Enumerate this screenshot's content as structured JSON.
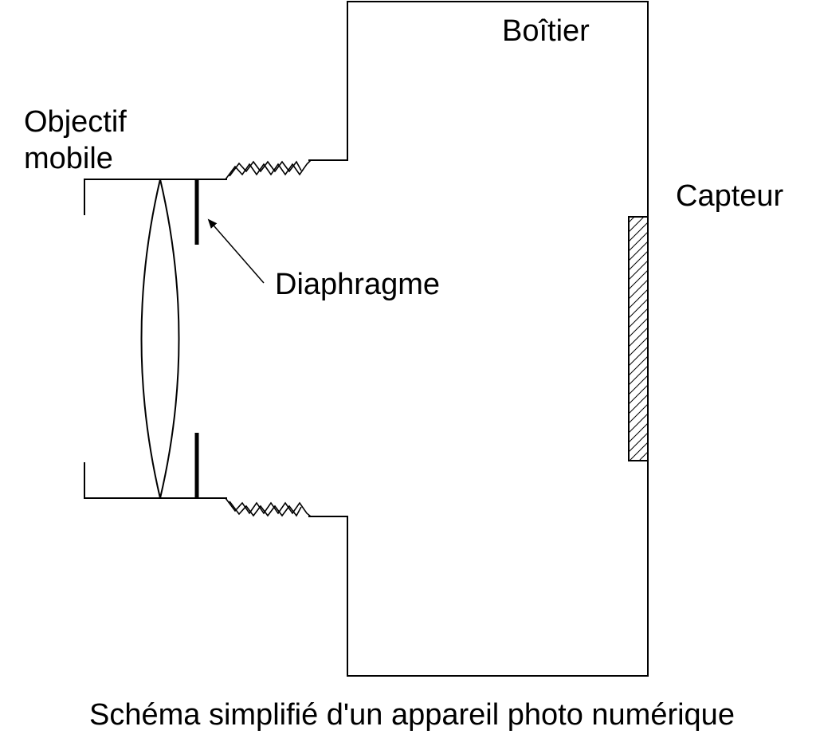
{
  "labels": {
    "housing": "Boîtier",
    "lens_line1": "Objectif",
    "lens_line2": "mobile",
    "sensor": "Capteur",
    "aperture": "Diaphragme",
    "caption": "Schéma simplifié d'un appareil photo numérique"
  },
  "colors": {
    "stroke": "#000000",
    "background": "#ffffff"
  }
}
